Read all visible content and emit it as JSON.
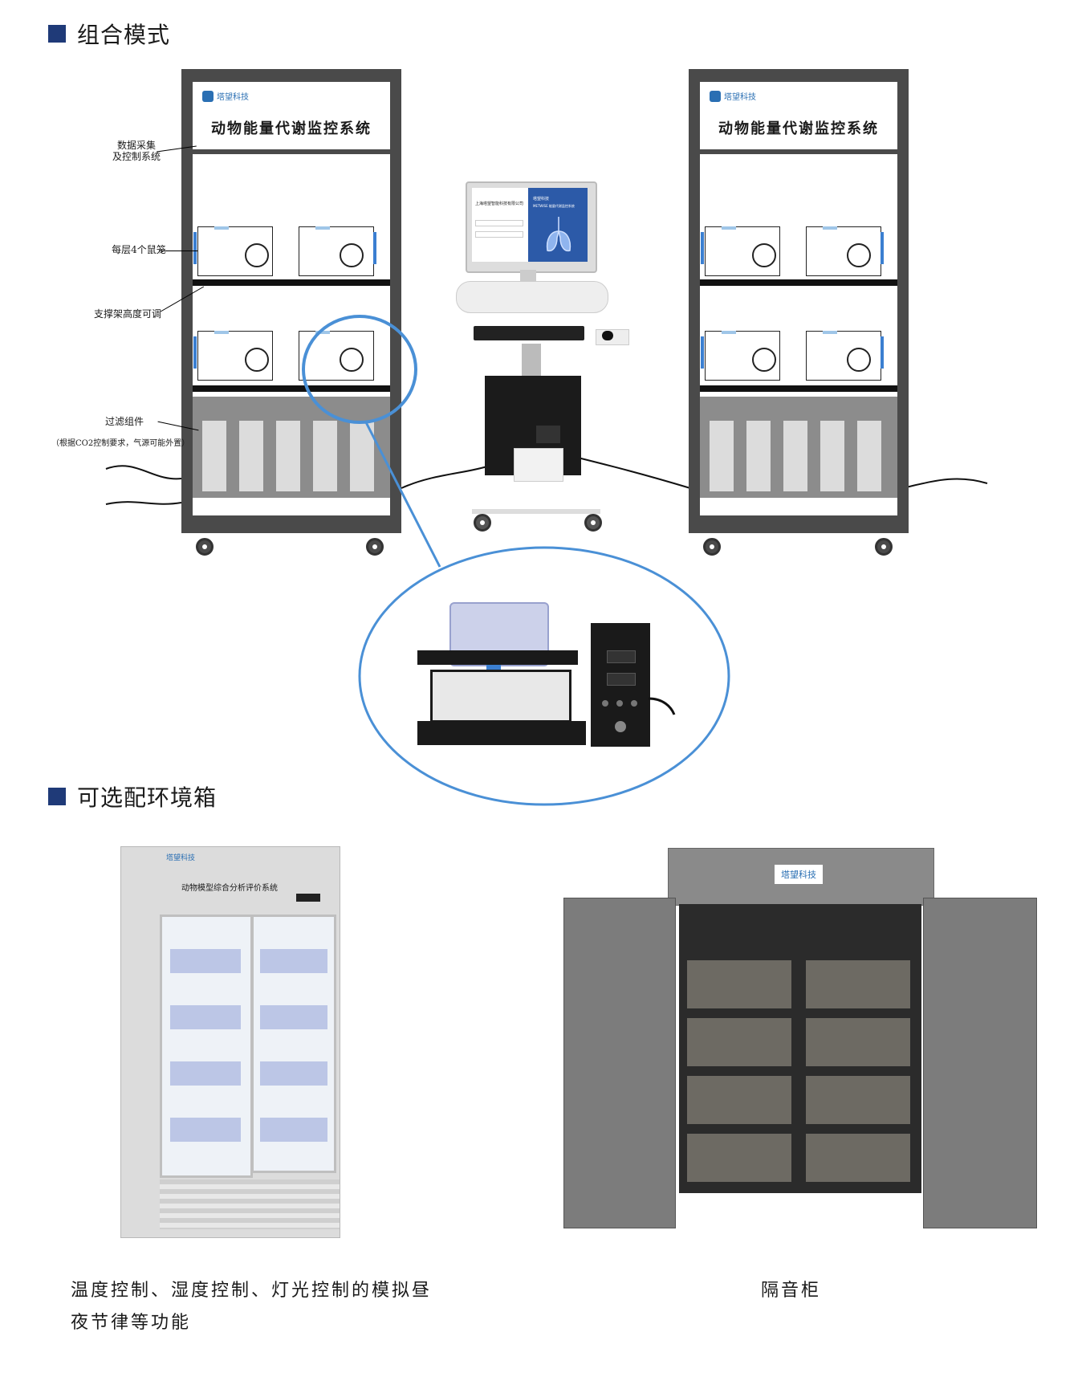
{
  "sections": {
    "combo_title": "组合模式",
    "env_title": "可选配环境箱"
  },
  "cabinet_left": {
    "logo": "塔望科技",
    "title": "动物能量代谢监控系统"
  },
  "cabinet_right": {
    "logo": "塔望科技",
    "title": "动物能量代谢监控系统"
  },
  "annotations": {
    "daq": [
      "数据采集",
      "及控制系统"
    ],
    "cages": "每层4个鼠笼",
    "support": "支撑架高度可调",
    "filter": "过滤组件",
    "filter_note": "（根据CO2控制要求，气源可能外置）"
  },
  "monitor": {
    "company": "上海塔望智能科技有限公司",
    "brand": "塔望科技",
    "app": "METWISE  能量代谢监控系统"
  },
  "fridge": {
    "logo": "塔望科技",
    "label": "动物模型综合分析评价系统"
  },
  "chamber": {
    "logo": "塔望科技"
  },
  "captions": {
    "left_line1": "温度控制、湿度控制、灯光控制的模拟昼",
    "left_line2": "夜节律等功能",
    "right": "隔音柜"
  },
  "colors": {
    "accent": "#1f3a78",
    "circle": "#4a90d6",
    "cabinet": "#4a4a4a"
  }
}
